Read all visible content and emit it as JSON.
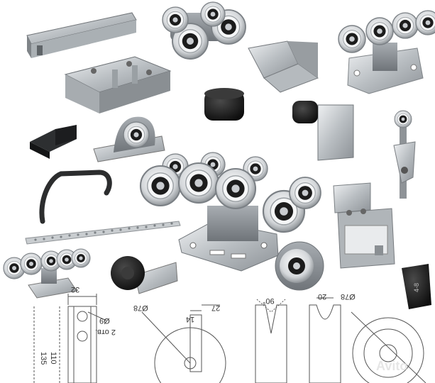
{
  "dimensions": {
    "d32": "32",
    "hole_diameter": "Ø9",
    "hole_count": "2 отв.",
    "h135": "135",
    "h110": "110",
    "wheel_diameter_left": "Ø78",
    "d27": "27",
    "d14": "14",
    "angle": "90°",
    "d20": "20",
    "wheel_diameter_right": "Ø78"
  },
  "watermark": "Avito",
  "cap_marking": "4-8",
  "colors": {
    "steel": "#c5c9cc",
    "rubber": "#1a1a1a",
    "line": "#555555"
  }
}
